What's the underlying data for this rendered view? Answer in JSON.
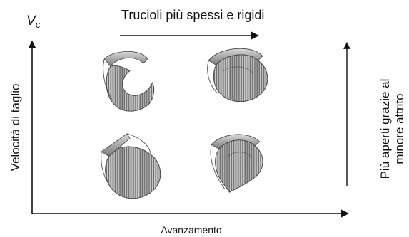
{
  "diagram": {
    "y_axis_symbol": "V",
    "y_axis_symbol_sub": "c",
    "top_caption": "Trucioli più spessi e rigidi",
    "y_axis_label": "Velocità di taglio",
    "x_axis_label": "Avanzamento",
    "right_caption_line1": "Più aperti grazie al",
    "right_caption_line2": "minore attrito"
  },
  "colors": {
    "ink": "#111111",
    "chip_light": "#e6e6e6",
    "chip_mid": "#a9a9a9",
    "chip_dark": "#555555"
  },
  "chips": [
    {
      "name": "chip-slow-feed-high-speed",
      "icon": "metal-chip-curl"
    },
    {
      "name": "chip-fast-feed-high-speed",
      "icon": "metal-chip-curl"
    },
    {
      "name": "chip-slow-feed-low-speed",
      "icon": "metal-chip-curl"
    },
    {
      "name": "chip-fast-feed-low-speed",
      "icon": "metal-chip-curl"
    }
  ]
}
